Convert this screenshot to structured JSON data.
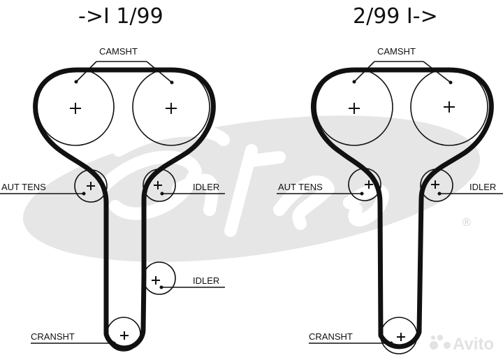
{
  "left": {
    "title": "->I 1/99",
    "labels": {
      "camshaft": "CAMSHT",
      "tensioner": "AUT TENS",
      "idler1": "IDLER",
      "idler2": "IDLER",
      "crankshaft": "CRANSHT"
    }
  },
  "right": {
    "title": "2/99 I->",
    "labels": {
      "camshaft": "CAMSHT",
      "tensioner": "AUT TENS",
      "idler1": "IDLER",
      "crankshaft": "CRANSHT"
    }
  },
  "watermarks": {
    "logo": "Gates",
    "registered": "®",
    "site": "Avito"
  },
  "colors": {
    "ink": "#111111",
    "watermark": "#e4e4e4"
  }
}
